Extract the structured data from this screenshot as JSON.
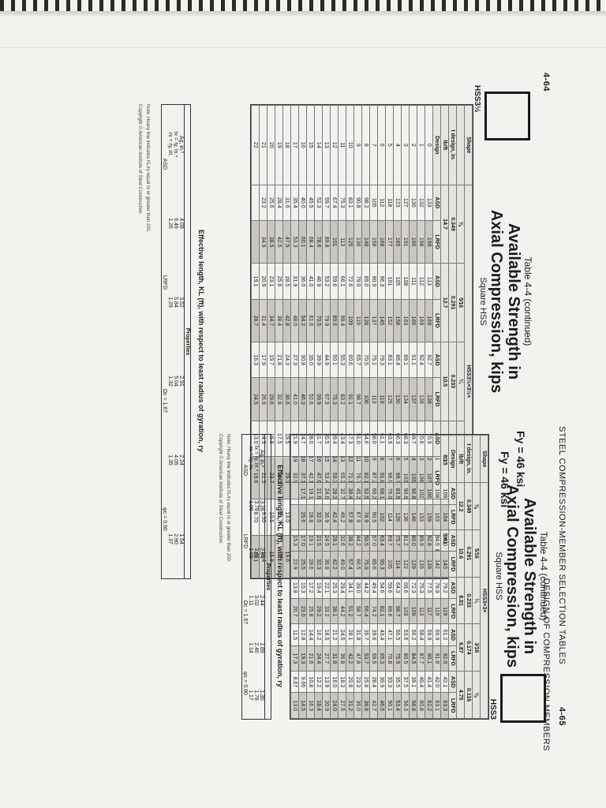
{
  "top_page": {
    "page_number": "4-64",
    "section": "DESIGN OF COMPRESSION MEMBERS",
    "title_line1": "Table 4-4 (continued)",
    "title_line2": "Available Strength in",
    "title_line3": "Axial Compression, kips",
    "title_line4": "Square HSS",
    "fy": "Fy = 46 ksi",
    "shape_code": "HSS3½",
    "designation": "HSS3½×3½×",
    "row_labels": [
      "Shape",
      "t design, in.",
      "lb/ft",
      "Design"
    ],
    "thickness": [
      "⅜",
      "5⁄16",
      "¼",
      "3⁄16",
      "⅛"
    ],
    "t_design": [
      "0.349",
      "0.291",
      "0.233",
      "0.174",
      "0.116"
    ],
    "lbft": [
      "14.7",
      "12.7",
      "10.5",
      "8.15",
      "5.61"
    ],
    "design_cols": [
      "ASD",
      "LRFD",
      "ASD",
      "LRFD",
      "ASD",
      "LRFD",
      "ASD",
      "LRFD",
      "ASD",
      "LRFD"
    ],
    "rows": [
      [
        "0",
        "133",
        "199",
        "113",
        "169",
        "92.7",
        "139",
        "70.9",
        "107",
        "42.6",
        "64.0"
      ],
      [
        "1",
        "132",
        "198",
        "112",
        "169",
        "92.4",
        "139",
        "70.6",
        "106",
        "42.4",
        "63.8"
      ],
      [
        "2",
        "130",
        "196",
        "111",
        "166",
        "91.1",
        "137",
        "69.7",
        "105",
        "42.0",
        "63.1"
      ],
      [
        "3",
        "127",
        "191",
        "108",
        "163",
        "89.1",
        "134",
        "68.3",
        "103",
        "41.3",
        "62.0"
      ],
      [
        "4",
        "123",
        "185",
        "105",
        "158",
        "86.4",
        "130",
        "66.3",
        "99.7",
        "40.3",
        "60.5"
      ],
      [
        "5",
        "118",
        "177",
        "101",
        "152",
        "83.1",
        "125",
        "63.9",
        "96.0",
        "39.1",
        "58.7"
      ],
      [
        "6",
        "112",
        "168",
        "96.3",
        "145",
        "79.3",
        "119",
        "61.1",
        "91.8",
        "37.7",
        "56.6"
      ],
      [
        "7",
        "105",
        "158",
        "90.9",
        "137",
        "75.1",
        "113",
        "58.0",
        "87.2",
        "36.1",
        "54.3"
      ],
      [
        "8",
        "98.2",
        "148",
        "85.0",
        "128",
        "70.5",
        "106",
        "54.6",
        "82.1",
        "34.2",
        "51.3"
      ],
      [
        "9",
        "90.8",
        "136",
        "79.0",
        "119",
        "65.7",
        "98.7",
        "51.0",
        "76.7",
        "32.0",
        "48.1"
      ],
      [
        "10",
        "83.1",
        "125",
        "72.6",
        "109",
        "60.6",
        "91.1",
        "47.3",
        "71.1",
        "29.8",
        "44.8"
      ],
      [
        "11",
        "75.3",
        "113",
        "66.1",
        "99.4",
        "55.3",
        "83.2",
        "43.4",
        "65.2",
        "27.5",
        "41.3"
      ],
      [
        "12",
        "67.4",
        "101",
        "59.6",
        "89.6",
        "50.1",
        "75.3",
        "39.4",
        "59.3",
        "25.2",
        "37.9"
      ],
      [
        "13",
        "59.7",
        "89.8",
        "53.2",
        "79.9",
        "44.9",
        "67.5",
        "35.5",
        "53.4",
        "22.9",
        "34.5"
      ],
      [
        "14",
        "52.3",
        "78.6",
        "46.9",
        "70.5",
        "39.9",
        "59.9",
        "31.7",
        "47.6",
        "20.7",
        "31.1"
      ],
      [
        "15",
        "45.5",
        "68.4",
        "41.0",
        "61.6",
        "35.0",
        "52.6",
        "28.0",
        "42.1",
        "18.5",
        "27.8"
      ],
      [
        "16",
        "40.0",
        "60.1",
        "36.0",
        "54.2",
        "30.8",
        "46.3",
        "24.7",
        "37.1",
        "16.4",
        "24.7"
      ],
      [
        "17",
        "35.4",
        "53.3",
        "31.9",
        "48.0",
        "27.3",
        "41.0",
        "21.9",
        "32.9",
        "14.6",
        "21.9"
      ],
      [
        "18",
        "31.6",
        "47.5",
        "28.5",
        "42.8",
        "24.3",
        "36.6",
        "19.5",
        "29.3",
        "13.0",
        "19.6"
      ],
      [
        "19",
        "28.4",
        "42.6",
        "25.6",
        "38.4",
        "21.8",
        "32.8",
        "17.5",
        "26.3",
        "11.7",
        "17.6"
      ],
      [
        "20",
        "25.6",
        "38.5",
        "23.1",
        "34.7",
        "19.7",
        "29.6",
        "15.8",
        "23.7",
        "10.5",
        "15.8"
      ],
      [
        "21",
        "23.2",
        "34.9",
        "20.9",
        "31.4",
        "17.9",
        "26.9",
        "14.3",
        "21.5",
        "9.55",
        "14.4"
      ],
      [
        "22",
        "",
        "",
        "19.1",
        "28.7",
        "16.3",
        "24.5",
        "13.0",
        "19.6",
        "8.70",
        "13.1"
      ]
    ],
    "effective_length_label": "Effective length, KL (ft), with respect to least radius of gyration, ry",
    "properties_title": "Properties",
    "properties": [
      [
        "Ag, in.²",
        "4.09",
        "3.52",
        "2.91",
        "2.24",
        "1.54"
      ],
      [
        "Ix = Iy, in.⁴",
        "6.49",
        "5.84",
        "5.04",
        "4.05",
        "2.90"
      ],
      [
        "rx = ry, in.",
        "1.26",
        "1.29",
        "1.32",
        "1.35",
        "1.37"
      ]
    ],
    "omega": "Ωc = 1.67",
    "phi": "φc = 0.90",
    "asd_lrfd": [
      "ASD",
      "LRFD"
    ],
    "note": "Note: Heavy line indicates KL/ry equal to or greater than 200.",
    "copyright": "Copyright © American Institute of Steel Construction"
  },
  "bottom_page": {
    "page_number": "4-65",
    "section": "STEEL COMPRESSION-MEMBER SELECTION TABLES",
    "title_line1": "Table 4-4 (continued)",
    "title_line2": "Available Strength in",
    "title_line3": "Axial Compression, kips",
    "title_line4": "Square HSS",
    "fy": "Fy = 46 ksi",
    "shape_code": "HSS3",
    "designation": "HSS3×3×",
    "row_labels": [
      "Shape",
      "t design, in.",
      "lb/ft",
      "Design"
    ],
    "thickness": [
      "⅜",
      "5⁄16",
      "¼",
      "3⁄16",
      "⅛"
    ],
    "t_design": [
      "0.349",
      "0.291",
      "0.233",
      "0.174",
      "0.116"
    ],
    "lbft": [
      "12.2",
      "10.6",
      "8.81",
      "6.87",
      "4.75"
    ],
    "design_cols": [
      "ASD",
      "LRFD",
      "ASD",
      "LRFD",
      "ASD",
      "LRFD",
      "ASD",
      "LRFD",
      "ASD",
      "LRFD"
    ],
    "rows": [
      [
        "0",
        "109",
        "164",
        "95.0",
        "143",
        "79.2",
        "119",
        "61.2",
        "92.0",
        "42.1",
        "63.3"
      ],
      [
        "1",
        "108",
        "163",
        "94.5",
        "142",
        "78.9",
        "119",
        "60.9",
        "91.6",
        "42.0",
        "63.1"
      ],
      [
        "2",
        "106",
        "159",
        "92.8",
        "139",
        "77.5",
        "117",
        "59.9",
        "90.1",
        "41.4",
        "62.2"
      ],
      [
        "3",
        "102",
        "153",
        "89.9",
        "135",
        "75.3",
        "113",
        "58.4",
        "87.7",
        "40.4",
        "60.8"
      ],
      [
        "4",
        "96.8",
        "146",
        "86.0",
        "129",
        "72.3",
        "109",
        "56.2",
        "84.5",
        "39.1",
        "58.8"
      ],
      [
        "5",
        "90.6",
        "136",
        "81.2",
        "122",
        "68.6",
        "103",
        "53.6",
        "80.5",
        "37.5",
        "56.3"
      ],
      [
        "6",
        "83.6",
        "126",
        "75.7",
        "114",
        "64.3",
        "96.7",
        "50.5",
        "75.9",
        "35.5",
        "53.4"
      ],
      [
        "7",
        "76.0",
        "114",
        "69.7",
        "105",
        "59.6",
        "89.6",
        "47.1",
        "70.8",
        "33.3",
        "50.1"
      ],
      [
        "8",
        "68.1",
        "102",
        "63.4",
        "95.3",
        "54.6",
        "82.1",
        "43.4",
        "65.3",
        "30.9",
        "46.5"
      ],
      [
        "9",
        "60.2",
        "90.5",
        "57.0",
        "85.6",
        "49.4",
        "74.2",
        "39.6",
        "59.5",
        "28.4",
        "42.7"
      ],
      [
        "10",
        "52.5",
        "78.9",
        "50.5",
        "75.9",
        "44.2",
        "66.4",
        "35.7",
        "53.7",
        "25.8",
        "38.8"
      ],
      [
        "11",
        "45.2",
        "67.9",
        "44.2",
        "66.5",
        "39.0",
        "58.7",
        "31.8",
        "47.8",
        "23.3",
        "35.0"
      ],
      [
        "12",
        "38.4",
        "57.8",
        "38.2",
        "57.4",
        "34.1",
        "51.2",
        "28.1",
        "42.2",
        "20.8",
        "31.2"
      ],
      [
        "13",
        "32.7",
        "49.2",
        "32.6",
        "49.0",
        "29.4",
        "44.2",
        "24.5",
        "36.8",
        "18.3",
        "27.5"
      ],
      [
        "14",
        "28.2",
        "42.4",
        "28.1",
        "42.2",
        "25.3",
        "38.1",
        "21.2",
        "31.8",
        "16.0",
        "24.0"
      ],
      [
        "15",
        "24.6",
        "36.9",
        "24.5",
        "36.8",
        "22.1",
        "33.2",
        "18.5",
        "27.7",
        "13.9",
        "20.9"
      ],
      [
        "16",
        "21.6",
        "32.5",
        "21.5",
        "32.3",
        "19.4",
        "29.2",
        "16.2",
        "24.4",
        "12.2",
        "18.4"
      ],
      [
        "17",
        "19.1",
        "28.8",
        "19.1",
        "28.6",
        "17.2",
        "25.8",
        "14.4",
        "21.6",
        "10.8",
        "16.3"
      ],
      [
        "18",
        "17.1",
        "25.6",
        "17.0",
        "25.5",
        "15.3",
        "23.0",
        "12.8",
        "19.3",
        "9.66",
        "14.5"
      ],
      [
        "19",
        "",
        "",
        "15.3",
        "22.9",
        "13.8",
        "20.7",
        "11.5",
        "17.3",
        "8.67",
        "13.0"
      ]
    ],
    "effective_length_label": "Effective length, KL (ft), with respect to least radius of gyration, ry",
    "properties_title": "Properties",
    "properties": [
      [
        "Ag, in.²",
        "3.28",
        "2.84",
        "2.44",
        "1.89",
        "1.30"
      ],
      [
        "Ix = Iy, in.⁴",
        "3.78",
        "3.45",
        "3.02",
        "2.46",
        "1.78"
      ],
      [
        "rx = ry, in.",
        "1.06",
        "1.08",
        "1.11",
        "1.14",
        "1.17"
      ]
    ],
    "omega": "Ωc = 1.67",
    "phi": "φc = 0.90",
    "asd_lrfd": [
      "ASD",
      "LRFD"
    ],
    "note": "Note: Heavy line indicates KL/ry equal to or greater than 200.",
    "copyright": "Copyright © American Institute of Steel Construction"
  }
}
